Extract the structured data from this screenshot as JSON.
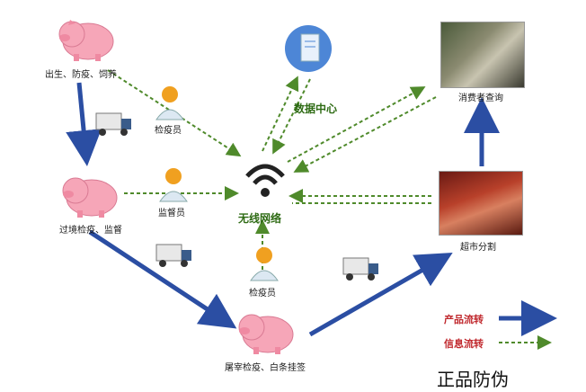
{
  "nodes": {
    "pig_birth": "出生、防疫、饲养",
    "pig_border": "过境检疫、监督",
    "pig_slaughter": "屠宰检疫、白条挂签",
    "inspector_top": "检疫员",
    "supervisor": "监督员",
    "inspector_bottom": "检疫员",
    "data_center": "数据中心",
    "wireless": "无线网络",
    "consumer": "消费者查询",
    "supermarket": "超市分割"
  },
  "legend": {
    "product_flow": "产品流转",
    "info_flow": "信息流转"
  },
  "footer": "正品防伪",
  "colors": {
    "product_arrow": "#2b4ea3",
    "info_arrow": "#4f8a2b",
    "label_green": "#2e6b14",
    "legend_red": "#c0282d"
  }
}
